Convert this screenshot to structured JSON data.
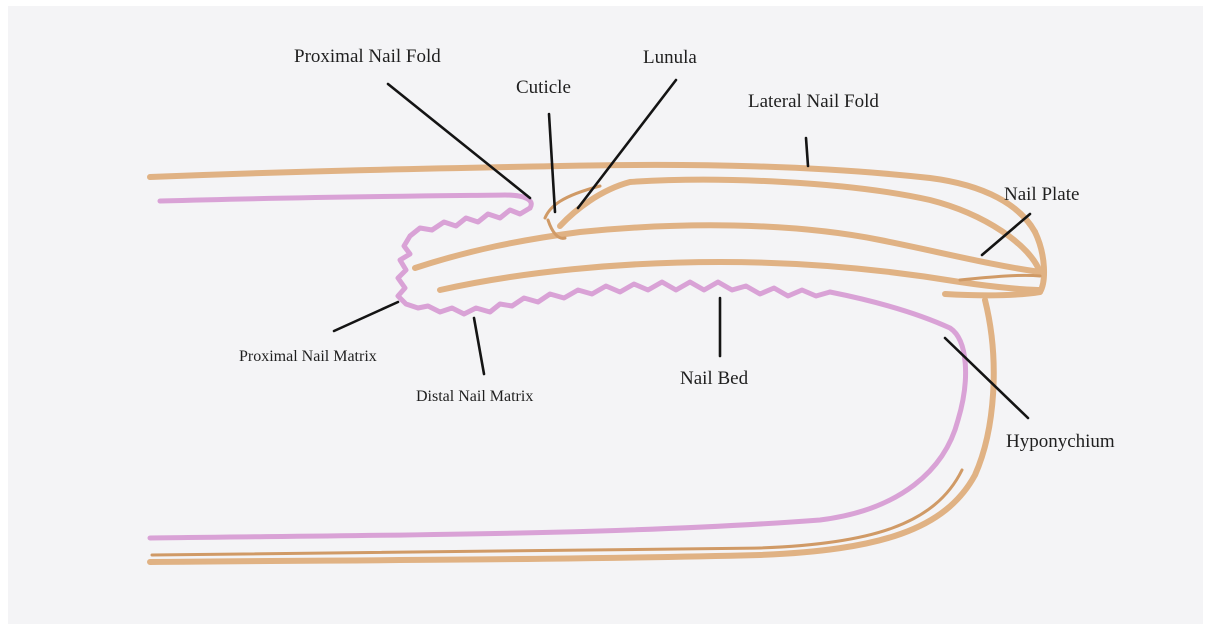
{
  "colors": {
    "paper": "#F4F4F6",
    "tan": "#E0B284",
    "tan_dark": "#D09A66",
    "pink": "#D9A2D6",
    "ink": "#141414"
  },
  "labels": {
    "proximal_nail_fold": "Proximal Nail Fold",
    "cuticle": "Cuticle",
    "lunula": "Lunula",
    "lateral_nail_fold": "Lateral Nail Fold",
    "nail_plate": "Nail Plate",
    "proximal_nail_matrix": "Proximal Nail Matrix",
    "distal_nail_matrix": "Distal Nail Matrix",
    "nail_bed": "Nail Bed",
    "hyponychium": "Hyponychium"
  }
}
